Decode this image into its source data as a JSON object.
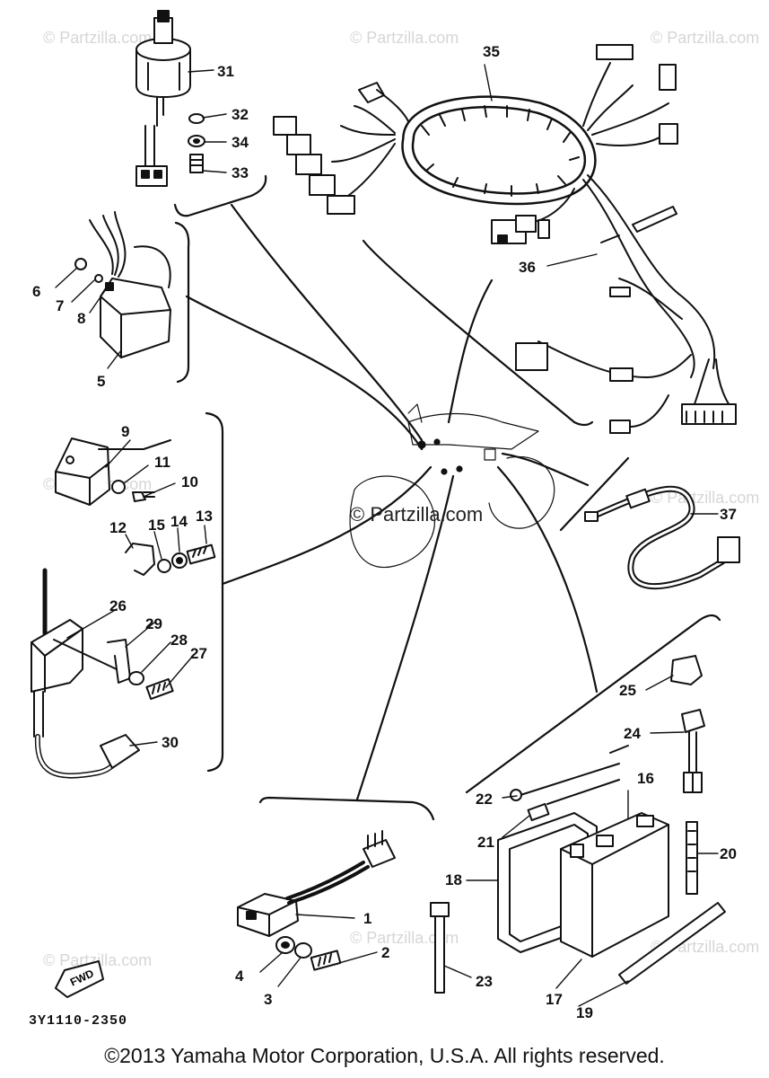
{
  "diagram": {
    "callouts": [
      "1",
      "2",
      "3",
      "4",
      "5",
      "6",
      "7",
      "8",
      "9",
      "10",
      "11",
      "12",
      "13",
      "14",
      "15",
      "16",
      "17",
      "18",
      "19",
      "20",
      "21",
      "22",
      "23",
      "24",
      "25",
      "26",
      "27",
      "28",
      "29",
      "30",
      "31",
      "32",
      "33",
      "34",
      "35",
      "36",
      "37"
    ],
    "watermark": "© Partzilla.com",
    "center_watermark": "© Partzilla.com",
    "fwd_label": "FWD",
    "drawing_number": "3Y1110-2350",
    "copyright": "©2013 Yamaha Motor Corporation, U.S.A. All rights reserved."
  }
}
